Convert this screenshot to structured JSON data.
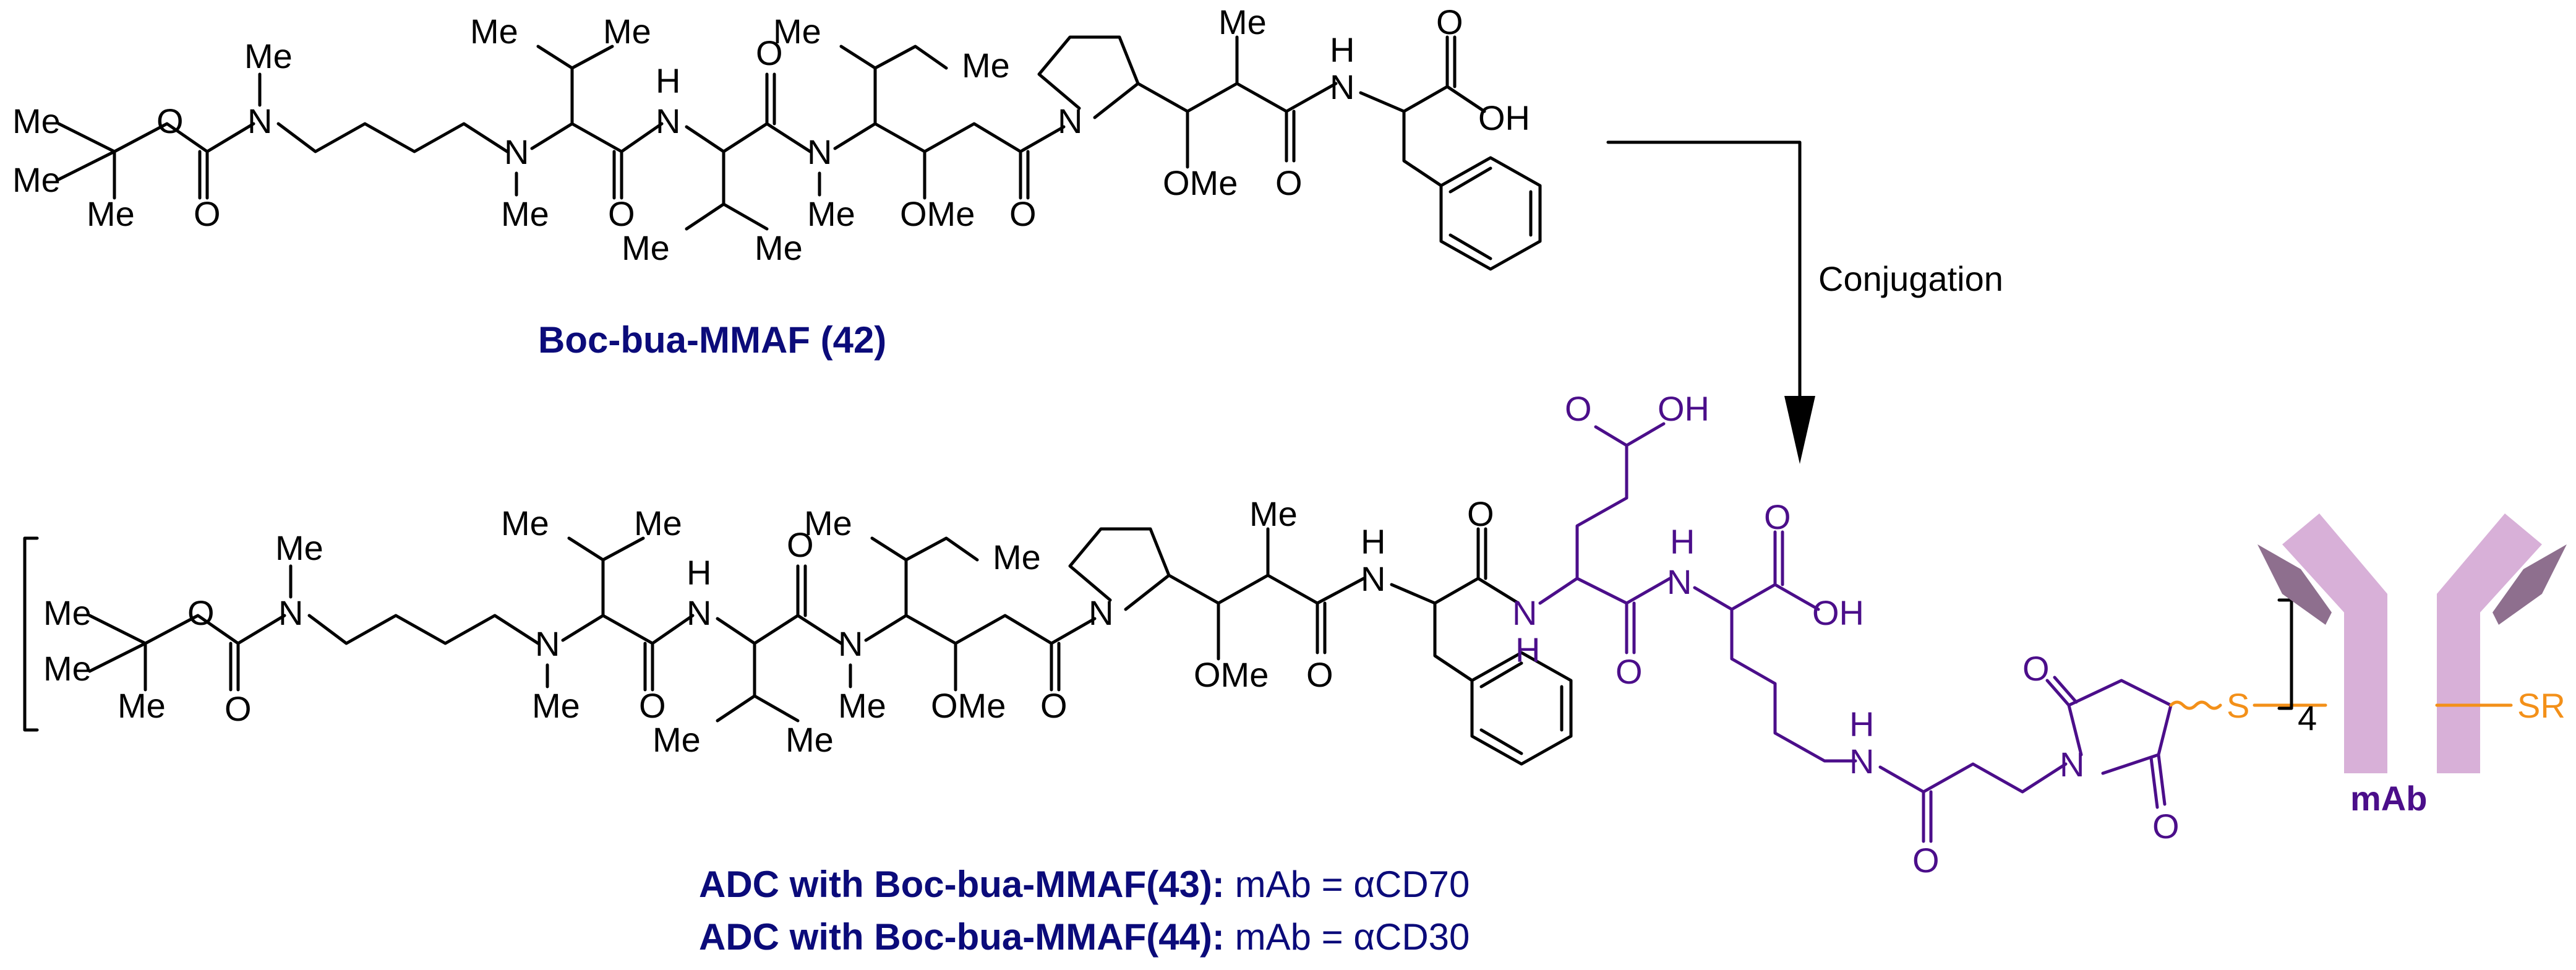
{
  "atoms": {
    "me": "Me",
    "n": "N",
    "o": "O",
    "oh": "OH",
    "h": "H",
    "ome": "OMe",
    "s": "S",
    "sr": "SR"
  },
  "compound_42": {
    "label": "Boc-bua-MMAF (42)"
  },
  "reaction": {
    "arrow_label": "Conjugation"
  },
  "adc": {
    "bracket_subscript": "4",
    "mab_label": "mAb",
    "line1_bold": "ADC with Boc-bua-MMAF(43):",
    "line1_rest": " mAb = αCD70",
    "line2_bold": "ADC with Boc-bua-MMAF(44):",
    "line2_rest": " mAb = αCD30"
  },
  "colors": {
    "caption": "#0b0b7a",
    "linker": "#4b0e8a",
    "thioether": "#f39019",
    "antibody": "#c8a2c8"
  }
}
